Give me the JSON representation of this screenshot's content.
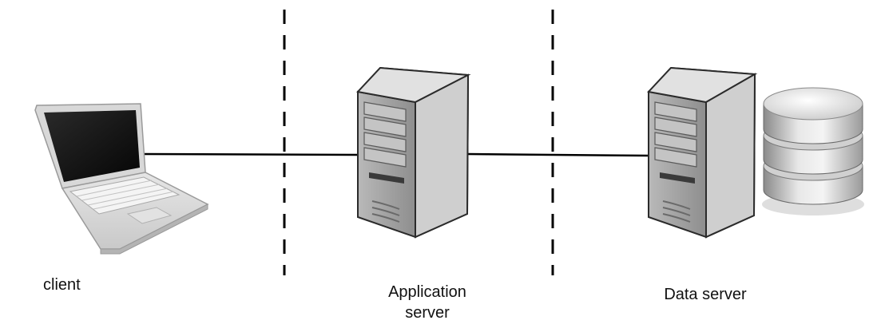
{
  "diagram": {
    "nodes": [
      {
        "id": "client",
        "label": "client",
        "icon": "laptop-icon"
      },
      {
        "id": "app",
        "label_lines": [
          "Application",
          "server"
        ],
        "icon": "server-tower-icon"
      },
      {
        "id": "data",
        "label": "Data server",
        "icon": "server-tower-icon"
      },
      {
        "id": "db",
        "icon": "database-icon"
      }
    ],
    "edges": [
      {
        "from": "client",
        "to": "app"
      },
      {
        "from": "app",
        "to": "data"
      }
    ],
    "tier_boundaries": 2
  }
}
